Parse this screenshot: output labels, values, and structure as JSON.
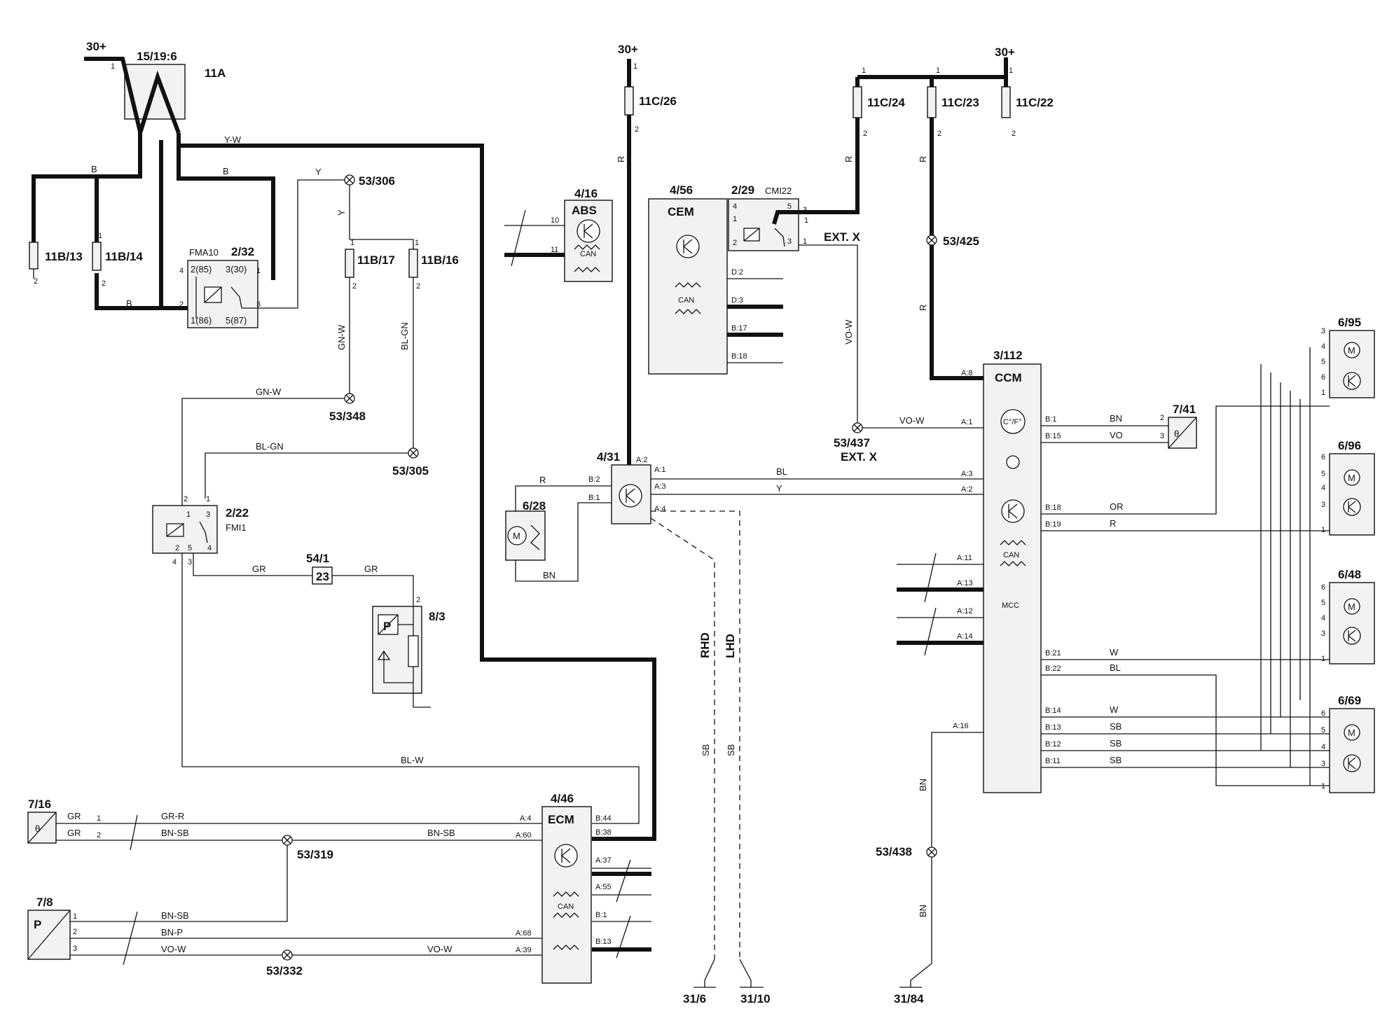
{
  "diagram": {
    "power_labels": [
      "30+",
      "30+",
      "30+"
    ],
    "ground_labels": [
      "31/6",
      "31/10",
      "31/84"
    ],
    "components": {
      "relay_15_19_6": "15/19:6",
      "fuse_box_11A": "11A",
      "fuse_11B_13": "11B/13",
      "fuse_11B_14": "11B/14",
      "fuse_11B_17": "11B/17",
      "fuse_11B_16": "11B/16",
      "fuse_11C_26": "11C/26",
      "fuse_11C_24": "11C/24",
      "fuse_11C_23": "11C/23",
      "fuse_11C_22": "11C/22",
      "relay_2_32": "2/32",
      "relay_2_32_sub": "FMA10",
      "relay_2_22": "2/22",
      "relay_2_22_sub": "FMI1",
      "relay_2_29": "2/29",
      "relay_2_29_sub": "CMI22",
      "abs_id": "4/16",
      "abs_name": "ABS",
      "cem_id": "4/56",
      "cem_name": "CEM",
      "ecm_id": "4/46",
      "ecm_name": "ECM",
      "ccm_id": "3/112",
      "ccm_name": "CCM",
      "ccm_mcc": "MCC",
      "ccm_temp_symbol": "C°/F°",
      "node_4_31": "4/31",
      "fan_6_28": "6/28",
      "connector_54_1": "54/1",
      "connector_54_1_pin": "23",
      "pressure_8_3": "8/3",
      "sensor_7_16": "7/16",
      "sensor_7_8": "7/8",
      "sensor_7_8_symbol": "P",
      "sensor_7_41": "7/41",
      "motor_6_95": "6/95",
      "motor_6_96": "6/96",
      "motor_6_48": "6/48",
      "motor_6_69": "6/69",
      "can_label": "CAN",
      "motor_symbol": "M",
      "pressure_symbol": "P",
      "temp_symbol": "θ"
    },
    "splices": {
      "s53_306": "53/306",
      "s53_348": "53/348",
      "s53_305": "53/305",
      "s53_425": "53/425",
      "s53_437": "53/437",
      "s53_437_sub": "EXT. X",
      "s53_319": "53/319",
      "s53_332": "53/332",
      "s53_438": "53/438"
    },
    "wire_colors": {
      "yw": "Y-W",
      "b1": "B",
      "b2": "B",
      "b3": "B",
      "y1": "Y",
      "y2": "Y",
      "gnw1": "GN-W",
      "gnw2": "GN-W",
      "blgn1": "BL-GN",
      "blgn2": "BL-GN",
      "gr1": "GR",
      "gr2": "GR",
      "blw": "BL-W",
      "r26": "R",
      "r24": "R",
      "r23": "R",
      "r23b": "R",
      "vow1": "VO-W",
      "vow2": "VO-W",
      "bl_ccm": "BL",
      "y_ccm": "Y",
      "r_fan": "R",
      "bn_fan": "BN",
      "sb_rhd": "SB",
      "sb_lhd": "SB",
      "rhd": "RHD",
      "lhd": "LHD",
      "bn_ccm": "BN",
      "vo_ccm": "VO",
      "or_ccm": "OR",
      "r_ccm": "R",
      "w21": "W",
      "bl22": "BL",
      "w14": "W",
      "sb13": "SB",
      "sb12": "SB",
      "sb11": "SB",
      "bn_gnd1": "BN",
      "bn_gnd2": "BN",
      "gr_7_16a": "GR",
      "gr_7_16b": "GR",
      "grr": "GR-R",
      "bnsb1": "BN-SB",
      "bnsb2": "BN-SB",
      "bnsb3": "BN-SB",
      "bnp": "BN-P",
      "vow3": "VO-W",
      "vow4": "VO-W",
      "ext_x": "EXT. X"
    },
    "pins": {
      "relay_2_32": [
        "2(85)",
        "3(30)",
        "1(86)",
        "5(87)",
        "4",
        "2",
        "1",
        "3"
      ],
      "ecm": [
        "A:4",
        "A:60",
        "A:68",
        "A:39",
        "B:44",
        "B:38",
        "A:37",
        "A:55",
        "B:1",
        "B:13"
      ],
      "ccm_left": [
        "A:8",
        "A:1",
        "A:3",
        "A:2",
        "A:11",
        "A:13",
        "A:12",
        "A:14",
        "A:16"
      ],
      "ccm_right": [
        "B:1",
        "B:15",
        "B:18",
        "B:19",
        "B:21",
        "B:22",
        "B:14",
        "B:13",
        "B:12",
        "B:11"
      ],
      "cem": [
        "D:2",
        "D:3",
        "B:17",
        "B:18"
      ],
      "node_4_31": [
        "A:2",
        "A:1",
        "A:3",
        "A:4",
        "B:2",
        "B:1"
      ],
      "abs": [
        "10",
        "11"
      ],
      "fuse_ends": [
        "1",
        "2"
      ],
      "motor_pins": [
        "1",
        "2",
        "3",
        "4",
        "5",
        "6"
      ],
      "relay_2_22": [
        "2",
        "1",
        "1",
        "3",
        "2",
        "5",
        "4",
        "4",
        "3"
      ],
      "relay_2_29": [
        "4",
        "5",
        "1",
        "2",
        "3",
        "3",
        "1"
      ]
    }
  }
}
